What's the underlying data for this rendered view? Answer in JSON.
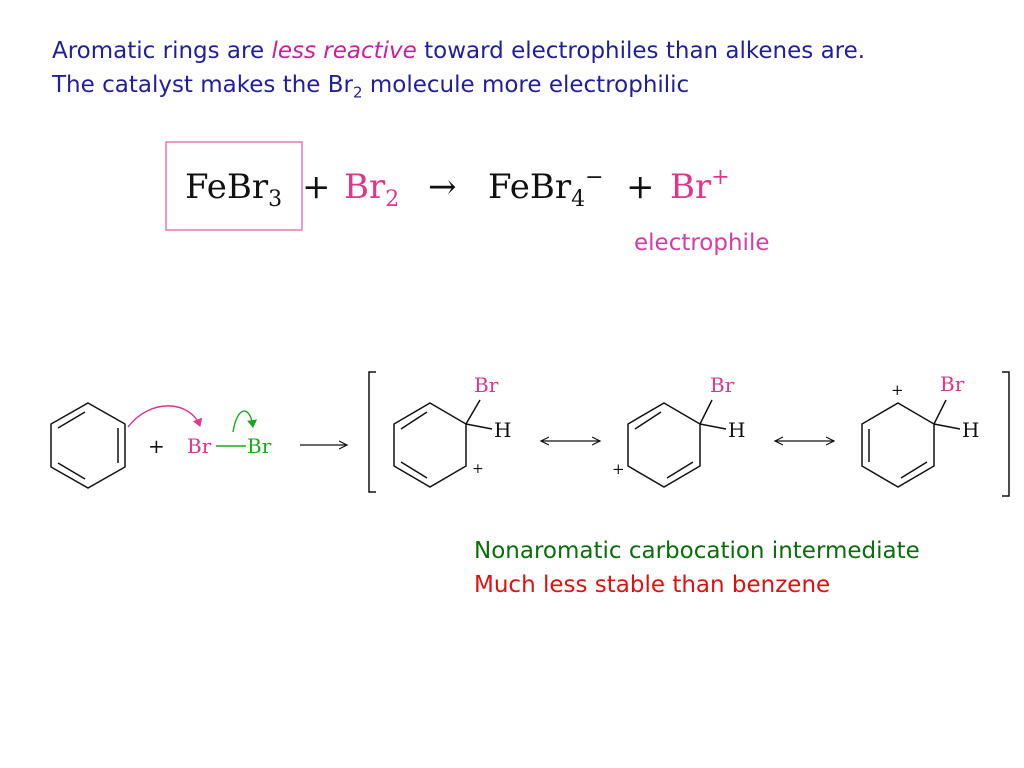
{
  "intro": {
    "line1_pre": "Aromatic rings are ",
    "line1_emph": "less reactive",
    "line1_post": " toward electrophiles than alkenes are.",
    "line2_pre": "The catalyst makes the Br",
    "line2_sub": "2",
    "line2_post": " molecule more electrophilic"
  },
  "reaction": {
    "catalyst": "FeBr",
    "catalyst_sub": "3",
    "plus1": "+",
    "reagent": "Br",
    "reagent_sub": "2",
    "arrow": "→",
    "product": "FeBr",
    "product_sub": "4",
    "product_charge": "−",
    "plus2": "+",
    "electrophile": "Br",
    "electrophile_charge": "+",
    "electrophile_label": "electrophile"
  },
  "mechanism": {
    "plus": "+",
    "br_left": "Br",
    "br_right": "Br",
    "sigma_br": "Br",
    "sigma_h": "H",
    "charge": "+"
  },
  "captions": {
    "line1": "Nonaromatic carbocation intermediate",
    "line2": "Much less stable than benzene"
  },
  "colors": {
    "blue_text": "#1f1f9e",
    "magenta": "#cc1f9a",
    "pink": "#e0358a",
    "green_br": "#1aa81a",
    "green_caption": "#0a6e0a",
    "red": "#e01010",
    "box_border": "#e47ab4"
  }
}
